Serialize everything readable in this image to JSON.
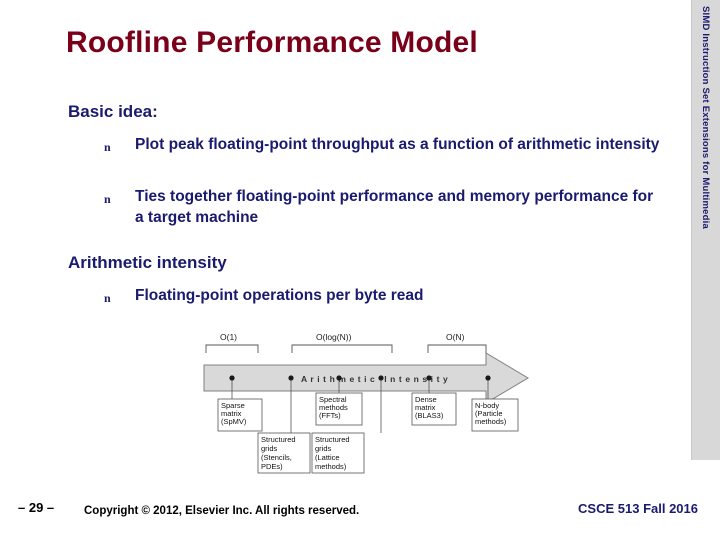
{
  "slide": {
    "title": "Roofline Performance Model",
    "sidebar_label": "SIMD Instruction Set Extensions for Multimedia",
    "sections": [
      {
        "heading": "Basic idea:"
      },
      {
        "heading": "Arithmetic intensity"
      }
    ],
    "bullets": [
      {
        "marker": "n",
        "text": "Plot peak floating-point throughput as a function of arithmetic intensity"
      },
      {
        "marker": "n",
        "text": "Ties together floating-point performance and memory performance for a target machine"
      },
      {
        "marker": "n",
        "text": "Floating-point operations per byte read"
      }
    ],
    "figure": {
      "arrow_label": "A r i t h m e t i c   I n t e n s i t y",
      "complexity_labels": [
        "O(1)",
        "O(log(N))",
        "O(N)"
      ],
      "items": [
        {
          "lines": [
            "Sparse",
            "matrix",
            "(SpMV)"
          ]
        },
        {
          "lines": [
            "Spectral",
            "methods",
            "(FFTs)"
          ]
        },
        {
          "lines": [
            "Dense",
            "matrix",
            "(BLAS3)"
          ]
        },
        {
          "lines": [
            "N-body",
            "(Particle",
            "methods)"
          ]
        },
        {
          "lines": [
            "Structured",
            "grids",
            "(Stencils,",
            "PDEs)"
          ]
        },
        {
          "lines": [
            "Structured",
            "grids",
            "(Lattice",
            "methods)"
          ]
        }
      ]
    },
    "footer": {
      "page_number": "– 29 –",
      "copyright": "Copyright © 2012, Elsevier Inc. All rights reserved.",
      "course": "CSCE 513 Fall 2016"
    },
    "colors": {
      "title": "#7a0019",
      "body": "#1a1a6e",
      "sidebar_bg": "#d8d8d8",
      "arrow_fill": "#d9d9d9"
    }
  }
}
